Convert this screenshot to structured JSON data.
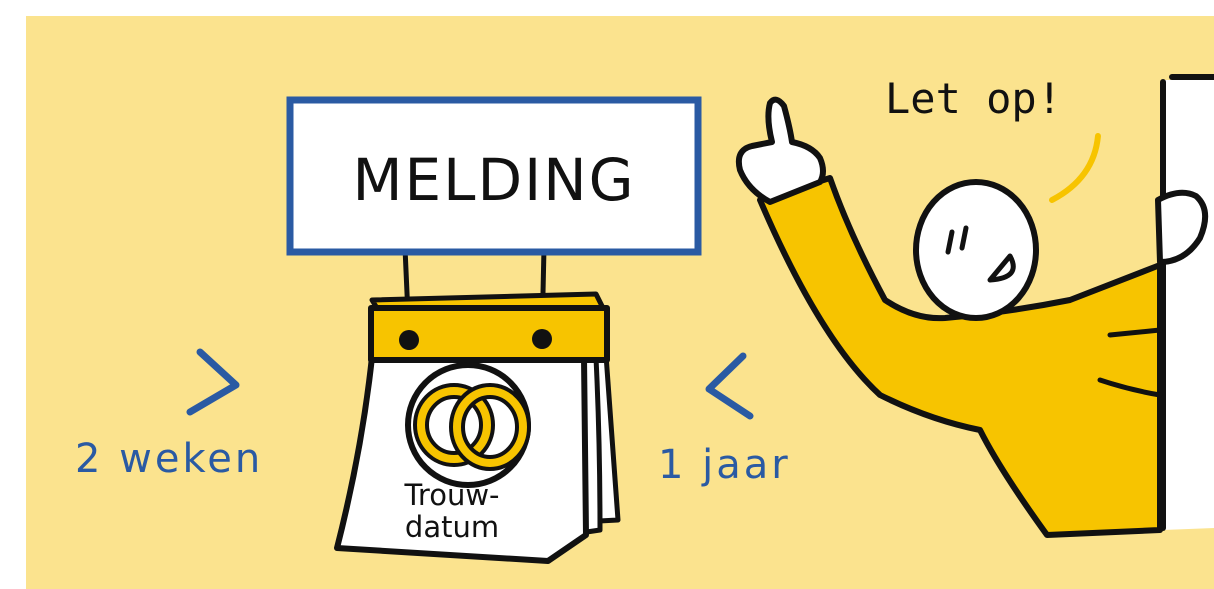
{
  "sign": {
    "label": "MELDING"
  },
  "calendar": {
    "line1": "Trouw-",
    "line2": "datum"
  },
  "timing": {
    "left_label": "2 weken",
    "left_symbol": ">",
    "right_label": "1 jaar",
    "right_symbol": "<"
  },
  "speech": {
    "text": "Let op!"
  },
  "colors": {
    "background": "#fbe38e",
    "accent_yellow": "#f7c400",
    "blue": "#2a5aa3",
    "ink": "#111111",
    "paper": "#ffffff"
  },
  "icons": {
    "rings": "wedding-rings-icon",
    "calendar": "tear-off-calendar-icon",
    "person": "pointing-person-illustration"
  }
}
